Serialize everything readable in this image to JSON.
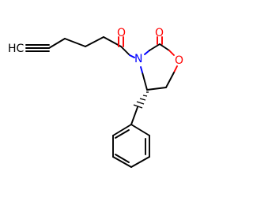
{
  "molecule": {
    "atoms": {
      "terminal_group": {
        "text": "HC",
        "color": "#000000"
      },
      "nitrogen": {
        "text": "N",
        "color": "#0000ff"
      },
      "ring_oxygen": {
        "text": "O",
        "color": "#ff0000"
      },
      "carbonyl_oxygen_acyl": {
        "text": "O",
        "color": "#ff0000"
      },
      "carbonyl_oxygen_ring": {
        "text": "O",
        "color": "#ff0000"
      }
    },
    "bond_color": "#000000",
    "stereo_bond": "hashed-wedge"
  }
}
